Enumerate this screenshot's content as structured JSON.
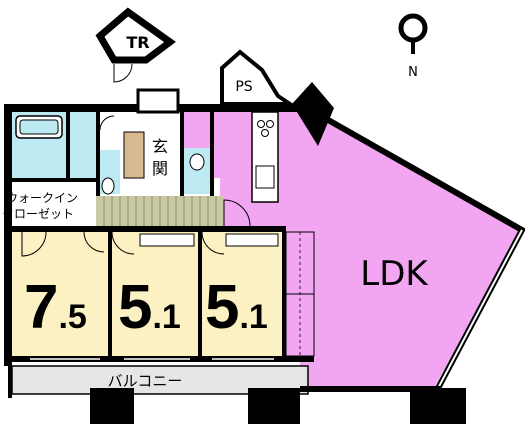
{
  "rooms": {
    "ldk": "LDK",
    "tr": "TR",
    "ps": "PS",
    "entrance_1": "玄",
    "entrance_2": "関",
    "walkin_1": "ウォークイン",
    "walkin_2": "クローゼット",
    "balcony": "バルコニー",
    "bedroom_1": {
      "big": "7",
      "small": ".5"
    },
    "bedroom_2": {
      "big": "5",
      "small": ".1"
    },
    "bedroom_3": {
      "big": "5",
      "small": ".1"
    }
  },
  "compass": {
    "label": "N"
  },
  "colors": {
    "ldk": "#f2a6f2",
    "tatami": "#fbf1c2",
    "wet": "#bdeaf2",
    "floor_white": "#ffffff",
    "hall": "#c9c9a3",
    "wall": "#000000"
  }
}
